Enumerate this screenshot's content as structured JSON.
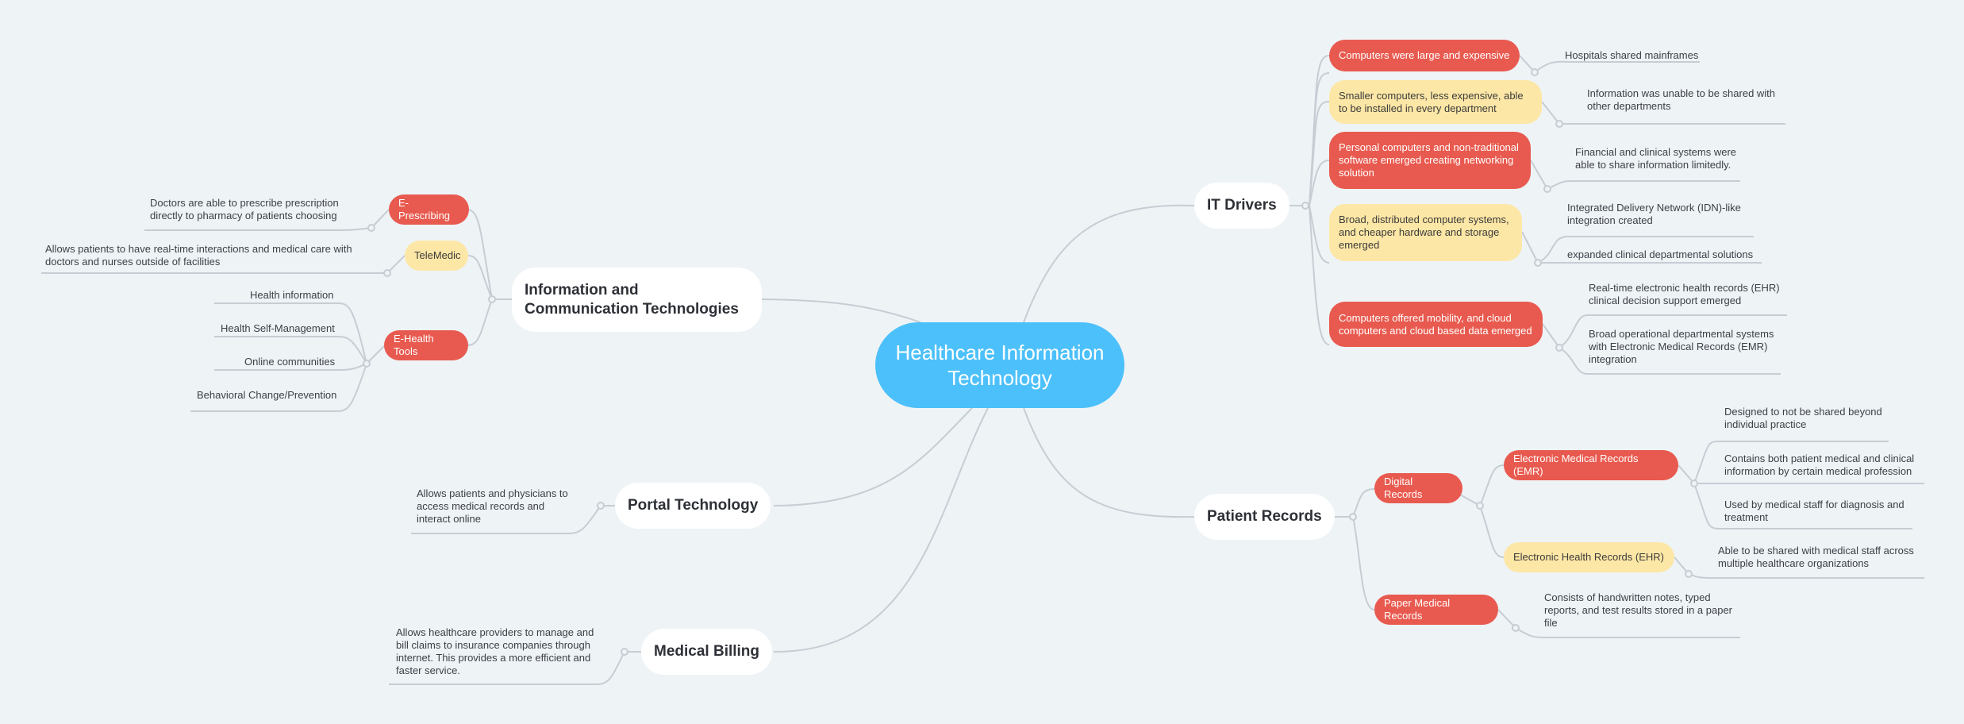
{
  "root": {
    "title": "Healthcare Information Technology"
  },
  "it_drivers": {
    "label": "IT Drivers",
    "items": [
      {
        "label": "Computers were large and expensive",
        "note": "Hospitals shared mainframes"
      },
      {
        "label": "Smaller computers, less expensive, able to be installed in every department",
        "note": "Information was unable to be shared with other departments"
      },
      {
        "label": "Personal computers and non-traditional software emerged creating networking solution",
        "note": "Financial and clinical systems were able to share information limitedly."
      },
      {
        "label": "Broad, distributed computer systems, and cheaper hardware and storage emerged",
        "notes": [
          "Integrated Delivery Network (IDN)-like integration created",
          "expanded clinical departmental solutions"
        ]
      },
      {
        "label": "Computers offered mobility, and cloud computers and cloud based data emerged",
        "notes": [
          "Real-time electronic health records (EHR) clinical decision support emerged",
          "Broad operational departmental systems with Electronic Medical Records (EMR) integration"
        ]
      }
    ]
  },
  "patient_records": {
    "label": "Patient Records",
    "digital": {
      "label": "Digital Records",
      "emr": {
        "label": "Electronic Medical Records (EMR)",
        "notes": [
          "Designed to not be shared beyond individual practice",
          "Contains both patient medical and clinical information by certain medical profession",
          "Used by medical staff for diagnosis and treatment"
        ]
      },
      "ehr": {
        "label": "Electronic Health Records (EHR)",
        "note": "Able to be shared with medical staff across multiple healthcare organizations"
      }
    },
    "paper": {
      "label": "Paper Medical Records",
      "note": "Consists of handwritten notes, typed reports, and test results stored in a paper file"
    }
  },
  "ict": {
    "label": "Information and Communication Technologies",
    "e_prescribing": {
      "label": "E-Prescribing",
      "note": "Doctors are able to prescribe prescription directly to pharmacy of patients choosing"
    },
    "telemedic": {
      "label": "TeleMedic",
      "note": "Allows patients to have real-time interactions and medical care with doctors  and nurses outside of facilities"
    },
    "e_health": {
      "label": "E-Health Tools",
      "notes": [
        "Health information",
        "Health Self-Management",
        "Online communities",
        "Behavioral Change/Prevention"
      ]
    }
  },
  "portal": {
    "label": "Portal Technology",
    "note": "Allows patients and physicians to access medical records and interact online"
  },
  "billing": {
    "label": "Medical Billing",
    "note": "Allows healthcare providers to manage and bill claims to insurance companies through internet. This provides a more efficient and faster service."
  }
}
